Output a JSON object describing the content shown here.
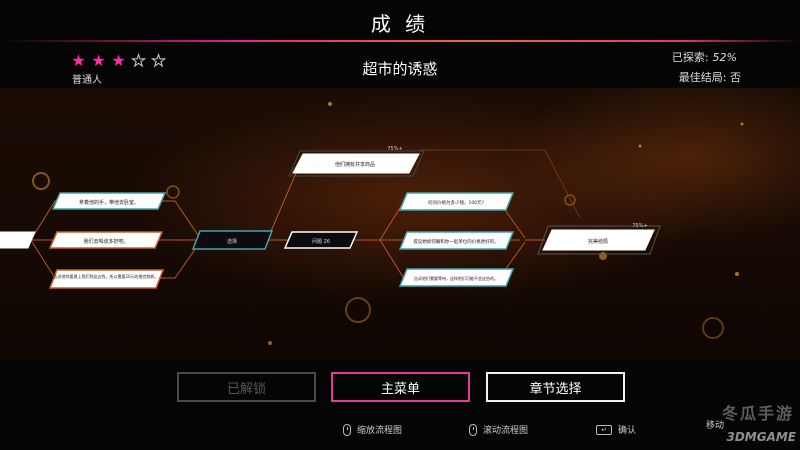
{
  "header": {
    "title": "成 绩",
    "rating": {
      "filled": 3,
      "total": 5
    },
    "rank": "普通人",
    "chapter_name": "超市的诱惑",
    "explored_label": "已探索:",
    "explored_value": "52%",
    "best_ending": "最佳结局: 否"
  },
  "flowchart": {
    "nodes": [
      {
        "id": "start",
        "text": ""
      },
      {
        "id": "a1",
        "text": "拿着他的手，带他去卧室。"
      },
      {
        "id": "a2",
        "text": "我们去喝该多奶吧。"
      },
      {
        "id": "a3",
        "text": "告诉他你要建上我们到这边找，所以需要20元的便宜物质。"
      },
      {
        "id": "choice",
        "text": "选择"
      },
      {
        "id": "question",
        "text": "问题 26"
      },
      {
        "id": "top",
        "text": "他们拥有共享商品",
        "percent": "75%+"
      },
      {
        "id": "b1",
        "text": "问问价格为多少钱，100元?"
      },
      {
        "id": "b2",
        "text": "提议她如何确和你一起单位的价格更好的。"
      },
      {
        "id": "b3",
        "text": "告诉他们需要等待，这样他们可能不会这些的。"
      },
      {
        "id": "ending",
        "text": "完美结局",
        "percent": "75%+"
      }
    ]
  },
  "buttons": {
    "unlocked": "已解锁",
    "main_menu": "主菜单",
    "chapter_select": "章节选择"
  },
  "hints": {
    "zoom": "缩放流程图",
    "scroll": "滚动流程图",
    "confirm": "确认",
    "move": "移动"
  },
  "watermark": {
    "main": "3DMGAME",
    "sub": "冬瓜手游"
  },
  "colors": {
    "accent_pink": "#e8389a",
    "teal": "#3fa6a8",
    "orange_line": "#c8642a",
    "star": "#ff2aa8"
  }
}
